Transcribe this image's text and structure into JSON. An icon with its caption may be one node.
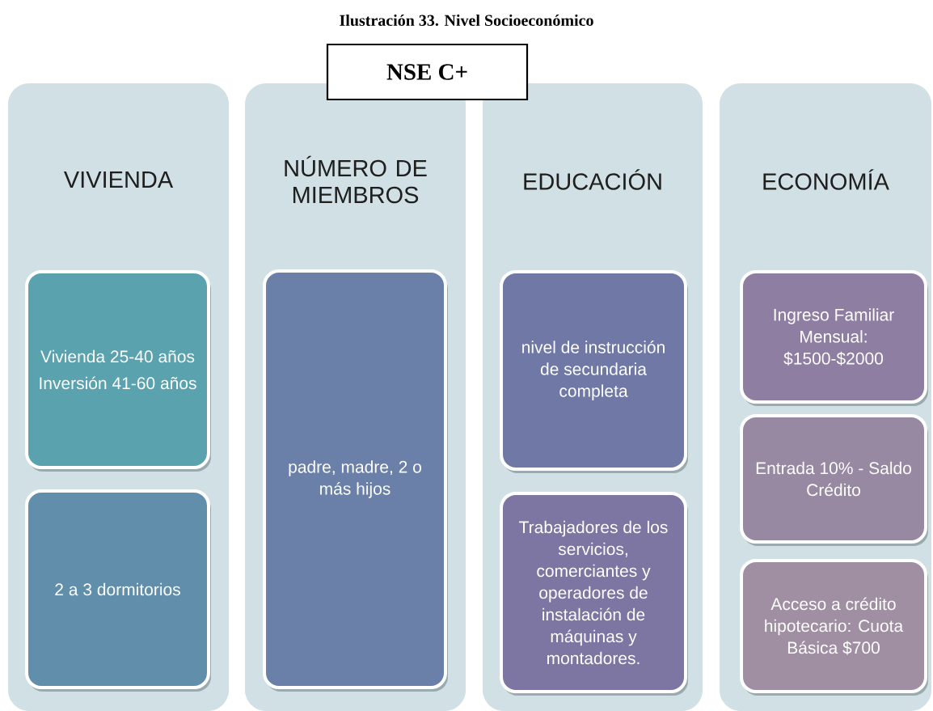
{
  "diagram": {
    "title": "Ilustración 33. Nivel Socioeconómico",
    "nodes": [
      {
        "text": [
          "NSE C+"
        ]
      },
      {
        "text": [
          "VIVIENDA"
        ]
      },
      {
        "text": [
          "Vivienda 25-40 años",
          "Inversión 41-60 años"
        ],
        "in": 1
      },
      {
        "text": [
          "2 a 3 dormitorios"
        ],
        "in": 1
      },
      {
        "text": [
          "NÚMERO DE MIEMBROS"
        ]
      },
      {
        "text": [
          "padre, madre, 2 o más hijos"
        ],
        "in": 4
      },
      {
        "text": [
          "EDUCACIÓN"
        ]
      },
      {
        "text": [
          "nivel de instrucción de secundaria completa"
        ],
        "in": 6
      },
      {
        "text": [
          "Trabajadores de los servicios, comerciantes y operadores de instalación de máquinas y montadores."
        ],
        "in": 6
      },
      {
        "text": [
          "ECONOMÍA"
        ]
      },
      {
        "text": [
          "Ingreso Familiar Mensual: $1500-$2000"
        ],
        "in": 9
      },
      {
        "text": [
          "Entrada 10% - Saldo Crédito"
        ],
        "in": 9
      },
      {
        "text": [
          "Acceso a crédito hipotecario: Cuota Básica $700"
        ],
        "in": 9
      }
    ]
  }
}
